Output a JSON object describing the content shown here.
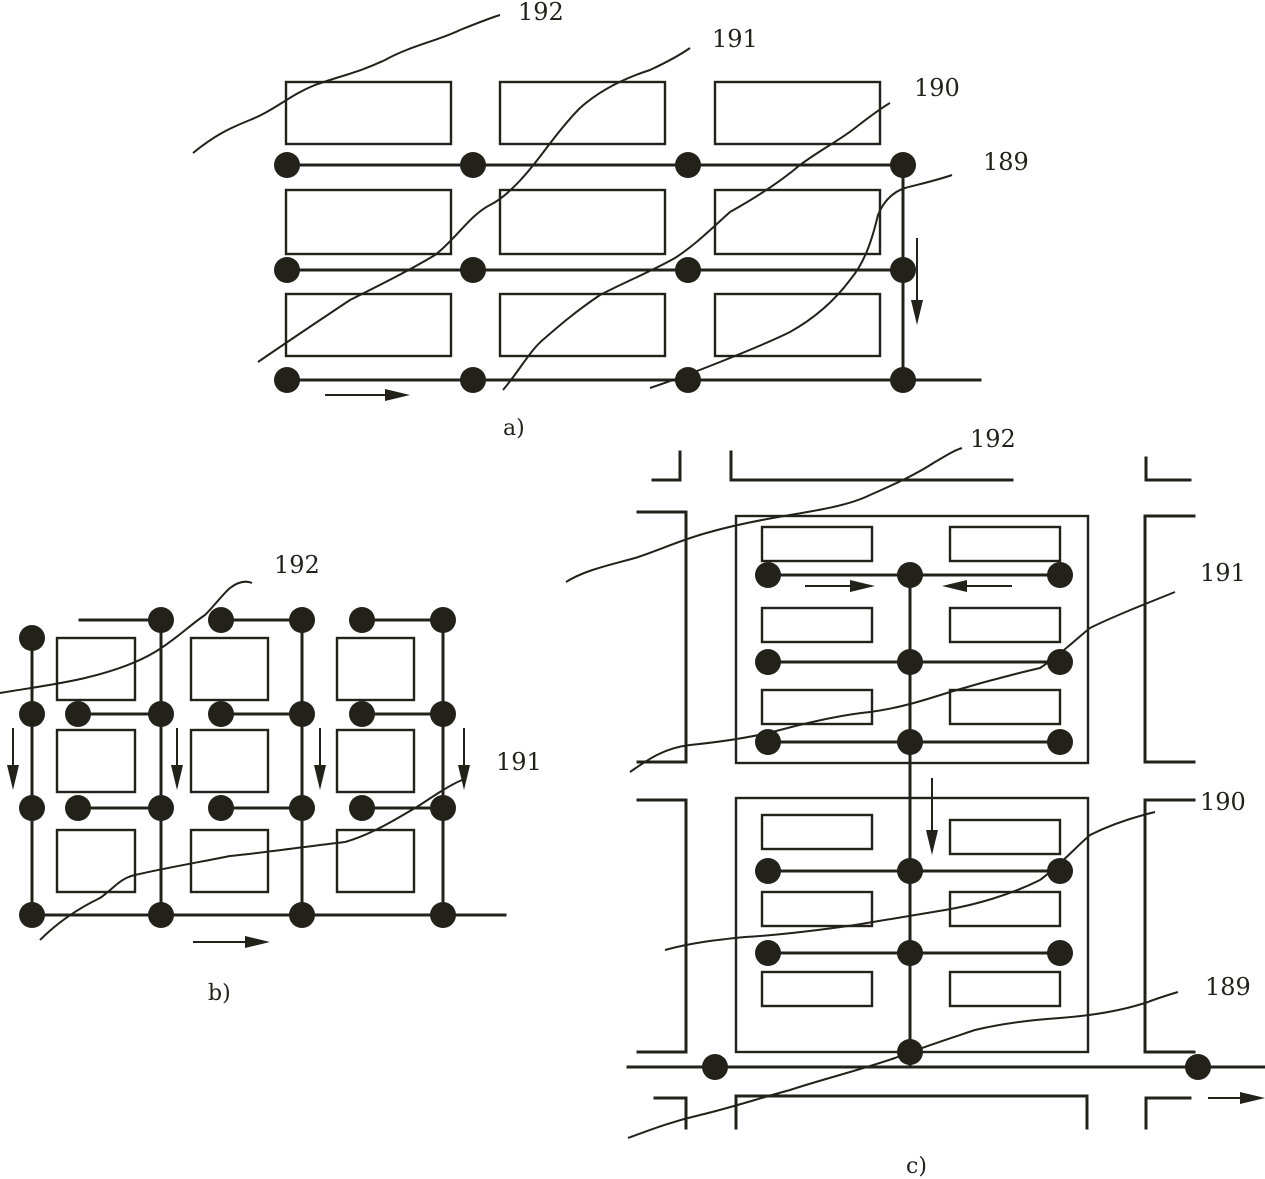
{
  "diagram": {
    "colors": {
      "ink": "#22211a",
      "background": "#ffffff"
    },
    "panels": [
      {
        "id": "a",
        "caption": "a)",
        "contour_labels": [
          "192",
          "191",
          "190",
          "189"
        ]
      },
      {
        "id": "b",
        "caption": "b)",
        "contour_labels": [
          "192",
          "191"
        ]
      },
      {
        "id": "c",
        "caption": "c)",
        "contour_labels": [
          "192",
          "191",
          "190",
          "189"
        ]
      }
    ]
  }
}
